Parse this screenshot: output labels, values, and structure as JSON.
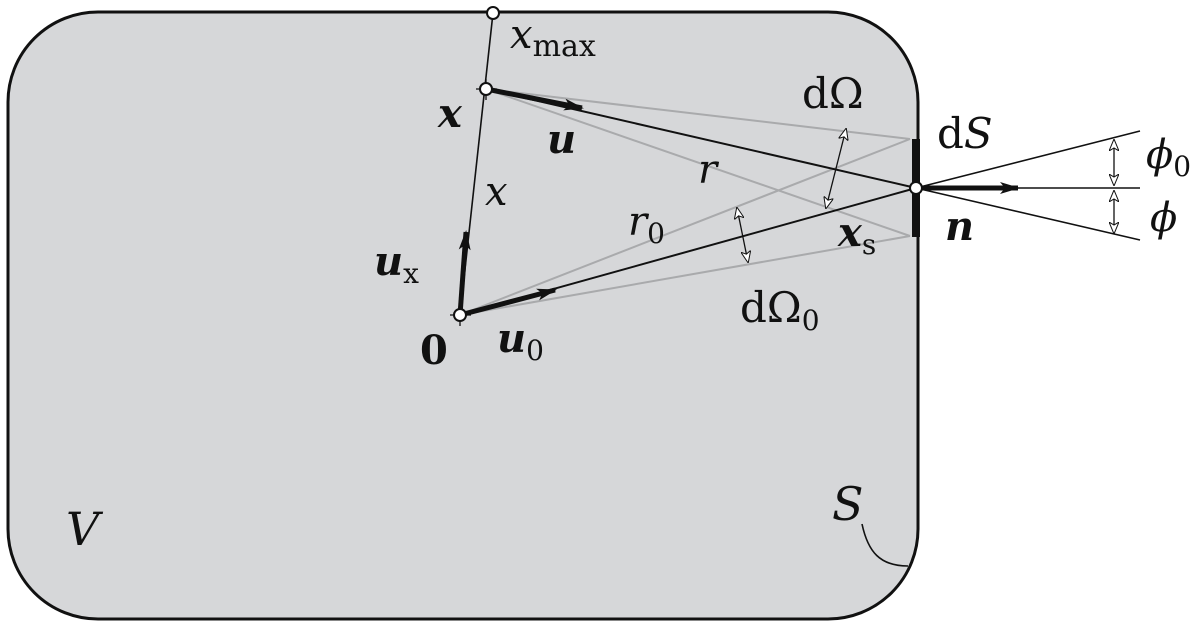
{
  "diagram": {
    "colors": {
      "region_fill": "#d6d7d9",
      "line": "#111111",
      "ray_gray": "#a9aaac",
      "white": "#ffffff"
    },
    "labels": {
      "volume": "V",
      "surface": "S",
      "x_max": "max",
      "x_max_base": "x",
      "point_x": "x",
      "vec_u": "u",
      "dist_x": "x",
      "vec_ux": "u",
      "vec_ux_sub": "x",
      "origin": "0",
      "vec_u0": "u",
      "vec_u0_sub": "0",
      "dist_r": "r",
      "dist_r0": "r",
      "dist_r0_sub": "0",
      "solid_angle": "dΩ",
      "solid_angle_0": "dΩ",
      "solid_angle_0_sub": "0",
      "surface_element": "d",
      "surface_element_S": "S",
      "point_xs": "x",
      "point_xs_sub": "s",
      "normal": "n",
      "angle_phi0": "ϕ",
      "angle_phi0_sub": "0",
      "angle_phi": "ϕ"
    }
  }
}
